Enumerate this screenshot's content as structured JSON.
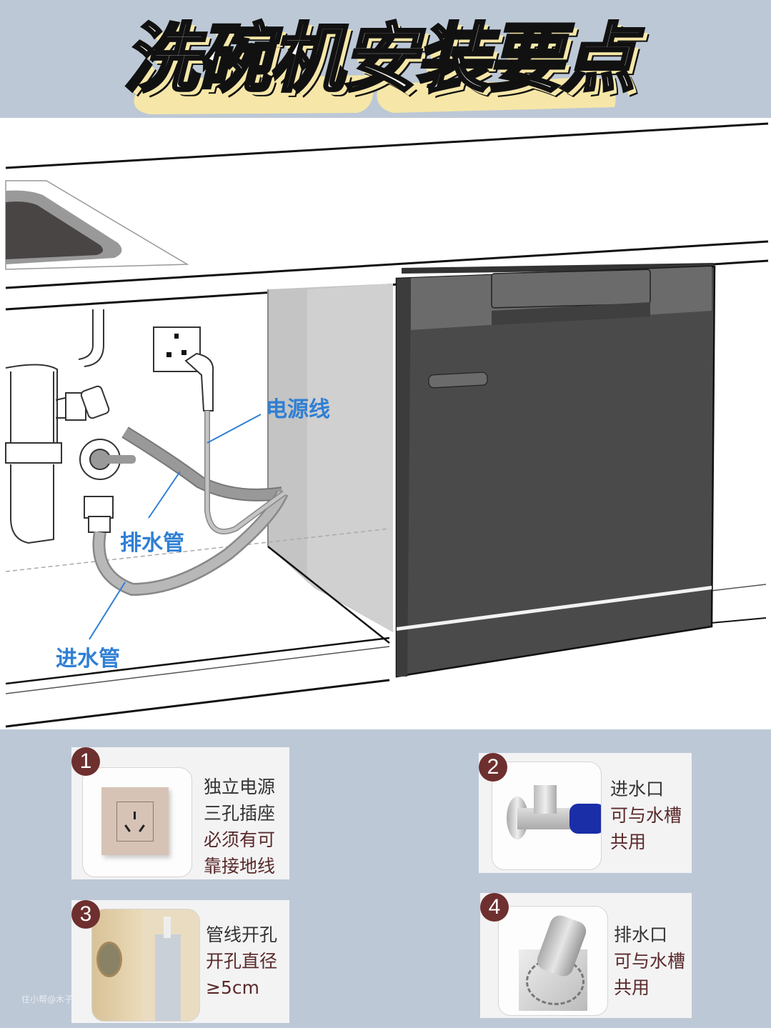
{
  "header": {
    "title": "洗碗机安装要点",
    "colors": {
      "background": "#bcc8d6",
      "title_fill": "#ffffff",
      "title_shadow": "#f6e7a8"
    }
  },
  "diagram": {
    "labels": {
      "power_cord": "电源线",
      "drain_hose": "排水管",
      "inlet_hose": "进水管"
    },
    "colors": {
      "label": "#2f7fd4",
      "appliance": "#4a4a4a"
    }
  },
  "cards": [
    {
      "number": "1",
      "lines": [
        "独立电源",
        "三孔插座",
        "必须有可",
        "靠接地线"
      ],
      "icon": "socket-icon"
    },
    {
      "number": "2",
      "lines": [
        "进水口",
        "可与水槽",
        "共用"
      ],
      "icon": "angle-valve-icon"
    },
    {
      "number": "3",
      "lines": [
        "管线开孔",
        "开孔直径",
        "≥5cm"
      ],
      "icon": "cabinet-hole-icon"
    },
    {
      "number": "4",
      "lines": [
        "排水口",
        "可与水槽",
        "共用"
      ],
      "icon": "floor-drain-icon"
    }
  ],
  "watermark": "住小帮@木子家ya",
  "colors": {
    "badge": "#6e2f2f",
    "card_bg": "#f3f3f4"
  }
}
